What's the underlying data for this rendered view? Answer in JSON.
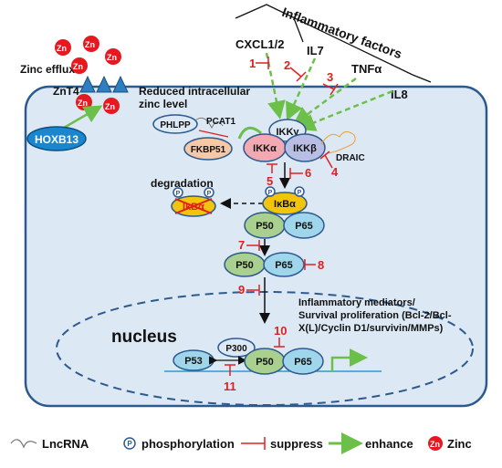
{
  "title": "Inflammatory  factors",
  "factors": {
    "cxcl": "CXCL1/2",
    "il7": "IL7",
    "tnf": "TNFα",
    "il8": "IL8"
  },
  "zinc": {
    "efflux_label": "Zinc efflux",
    "transporter": "ZnT4",
    "ion": "Zn",
    "reduced_line1": "Reduced intracellular",
    "reduced_line2": "zinc level",
    "hoxb13": "HOXB13"
  },
  "proteins": {
    "phlpp": "PHLPP",
    "pcat1": "PCAT1",
    "fkbp51": "FKBP51",
    "ikkg": "IKKγ",
    "ikka": "IKKα",
    "ikkb": "IKKβ",
    "draic": "DRAIC",
    "ikba": "IκBα",
    "ikba_degraded": "IκBα",
    "p_mark": "P",
    "p50": "P50",
    "p65": "P65",
    "p300": "P300",
    "p53": "P53"
  },
  "labels": {
    "degradation": "degradation",
    "nucleus": "nucleus",
    "mediators_line1": "Inflammatory mediators/",
    "mediators_line2": "Survival proliferation (Bcl-2/Bcl-",
    "mediators_line3": "X(L)/Cyclin D1/survivin/MMPs)"
  },
  "suppression_numbers": [
    "1",
    "2",
    "3",
    "4",
    "5",
    "6",
    "7",
    "8",
    "9",
    "10",
    "11"
  ],
  "legend": {
    "lncrna": "LncRNA",
    "phosphorylation": "phosphorylation",
    "suppress": "suppress",
    "enhance": "enhance",
    "zinc": "Zinc"
  },
  "colors": {
    "cell_fill": "#dce8f4",
    "cell_border": "#2d5a8e",
    "zinc_red": "#e5191f",
    "enhance_green": "#6cc04a",
    "suppress_red": "#e02020",
    "ikb_yellow": "#f2c40a",
    "p50_green": "#a9d08e",
    "p65_blue": "#9fd6ec",
    "fkbp_peach": "#f7c8a5",
    "ikka_pink": "#f2a9b2",
    "ikkb_lavender": "#b9bfe4",
    "hoxb_blue": "#1a86d0"
  }
}
